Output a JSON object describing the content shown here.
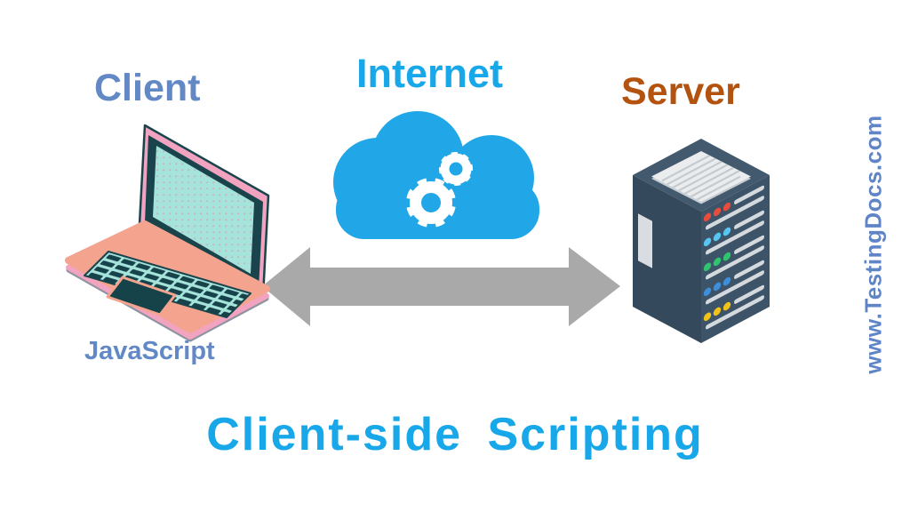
{
  "title": "Client-side Scripting",
  "title_color": "#18A8E9",
  "watermark": "www.TestingDocs.com",
  "watermark_color": "#5F85C6",
  "nodes": {
    "client": {
      "label": "Client",
      "tech_label": "JavaScript",
      "icon": "laptop-icon",
      "label_color": "#6289C5"
    },
    "internet": {
      "label": "Internet",
      "icon": "cloud-gears-icon",
      "label_color": "#18A8E9"
    },
    "server": {
      "label": "Server",
      "icon": "server-rack-icon",
      "label_color": "#B4520F",
      "led_colors": [
        "#E74C3C",
        "#55C7F2",
        "#2FC56F",
        "#3D8FDB",
        "#F2C216"
      ]
    }
  },
  "connector": {
    "shape": "double-headed-arrow",
    "color": "#A9A9A9",
    "connects": [
      "Client",
      "Server"
    ]
  },
  "palette": {
    "cloud_blue": "#21A7E7",
    "laptop_pink": "#F2A3C0",
    "laptop_salmon": "#F4A48E",
    "laptop_screen_teal": "#A5E3DB",
    "laptop_dark_teal": "#16424A",
    "server_navy": "#3D5468",
    "server_navy_dark": "#35495C",
    "server_top": "#42596E",
    "slat_gray": "#D4D9DE",
    "arrow_gray": "#A9A9A9",
    "background": "#FFFFFF"
  }
}
